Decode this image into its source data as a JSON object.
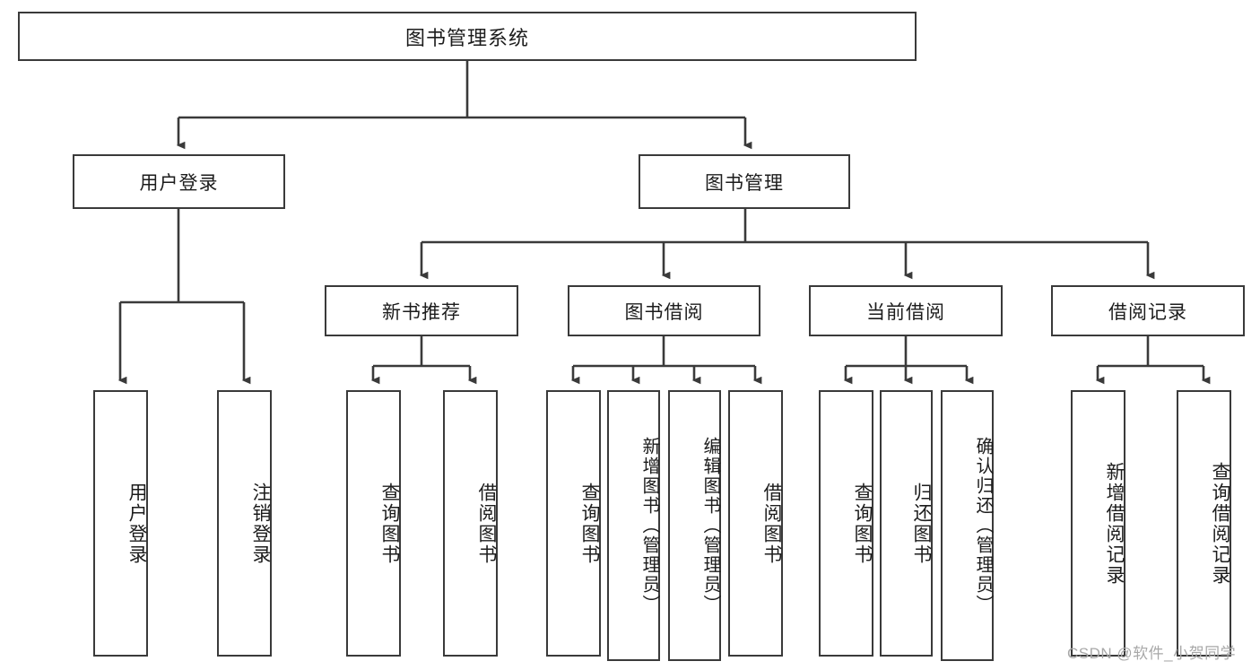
{
  "diagram": {
    "title": "图书管理系统",
    "root": {
      "label": "图书管理系统"
    },
    "level1": [
      {
        "label": "用户登录"
      },
      {
        "label": "图书管理"
      }
    ],
    "level2": [
      {
        "label": "新书推荐"
      },
      {
        "label": "图书借阅"
      },
      {
        "label": "当前借阅"
      },
      {
        "label": "借阅记录"
      }
    ],
    "leaves": {
      "user_login": [
        {
          "label": "用户登录"
        },
        {
          "label": "注销登录"
        }
      ],
      "new_book_recommend": [
        {
          "label": "查询图书"
        },
        {
          "label": "借阅图书"
        }
      ],
      "book_borrow": [
        {
          "label": "查询图书"
        },
        {
          "label": "新增图书（管理员）"
        },
        {
          "label": "编辑图书（管理员）"
        },
        {
          "label": "借阅图书"
        }
      ],
      "current_borrow": [
        {
          "label": "查询图书"
        },
        {
          "label": "归还图书"
        },
        {
          "label": "确认归还（管理员）"
        }
      ],
      "borrow_record": [
        {
          "label": "新增借阅记录"
        },
        {
          "label": "查询借阅记录"
        }
      ]
    }
  },
  "watermark": {
    "text": "CSDN @软件_小贺同学"
  },
  "colors": {
    "stroke": "#3a3a3a",
    "background": "#ffffff",
    "text": "#1c1c1c",
    "watermark": "#a8a8a8"
  }
}
